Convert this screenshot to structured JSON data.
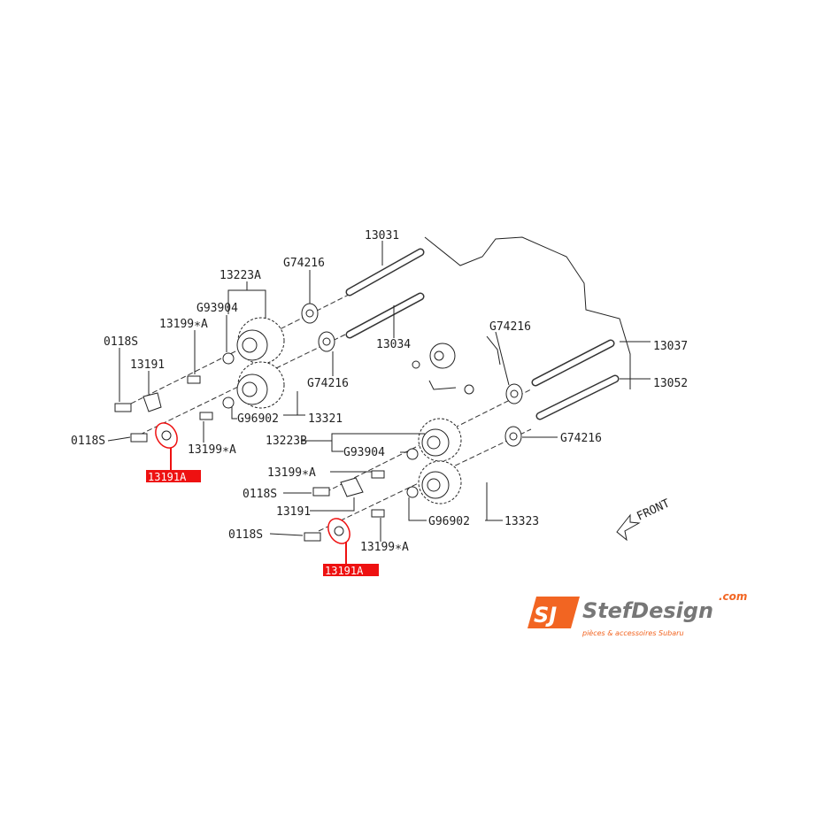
{
  "diagram": {
    "labels": {
      "cam_13031": "13031",
      "sprocket_13223A": "13223A",
      "seal_top_1": "G74216",
      "oring_top_1": "G93904",
      "bolt_13199A_1": "13199∗A",
      "bolt_0118S_1": "0118S",
      "plate_13191_1": "13191",
      "cam_13034": "13034",
      "seal_top_2": "G74216",
      "oring_g96902_1": "G96902",
      "sprocket_13321": "13321",
      "bolt_0118S_2": "0118S",
      "bolt_13199A_2": "13199∗A",
      "plate_13191A_1": "13191A",
      "seal_right_1": "G74216",
      "cam_13037": "13037",
      "cam_13052": "13052",
      "sprocket_13223B": "13223B",
      "oring_bottom_1": "G93904",
      "seal_right_2": "G74216",
      "bolt_13199A_3": "13199∗A",
      "bolt_0118S_3": "0118S",
      "plate_13191_2": "13191",
      "oring_g96902_2": "G96902",
      "sprocket_13323": "13323",
      "bolt_0118S_4": "0118S",
      "bolt_13199A_4": "13199∗A",
      "plate_13191A_2": "13191A",
      "front": "FRONT"
    },
    "highlight_color": "#ee1111"
  },
  "logo": {
    "name": "StefDesign",
    "suffix": ".com",
    "tagline": "pièces & accessoires Subaru",
    "colors": {
      "orange": "#f26522",
      "gray": "#777777"
    }
  }
}
